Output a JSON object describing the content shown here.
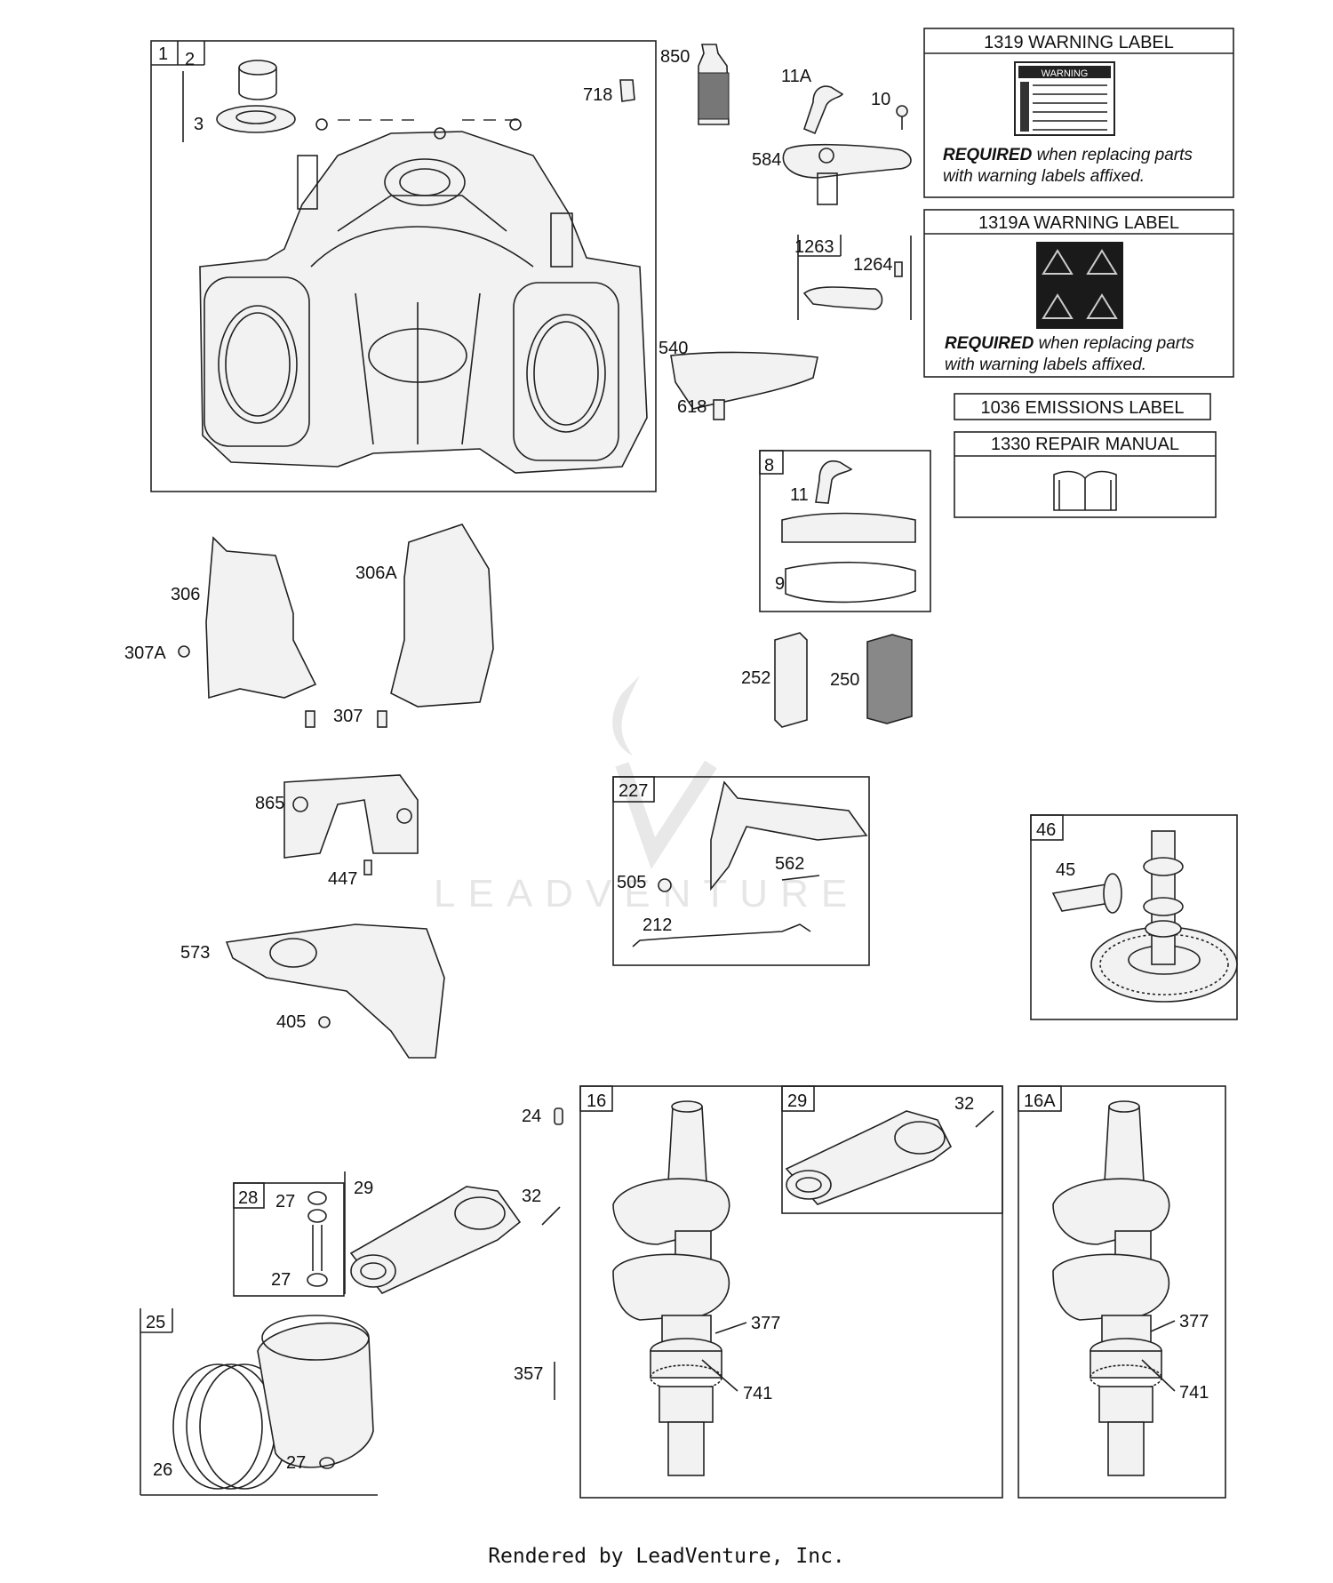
{
  "callouts": {
    "c1": "1",
    "c2": "2",
    "c3": "3",
    "c850": "850",
    "c718": "718",
    "c11A": "11A",
    "c10": "10",
    "c584": "584",
    "c1263": "1263",
    "c1264": "1264",
    "c540": "540",
    "c618": "618",
    "c8": "8",
    "c11": "11",
    "c9": "9",
    "c252": "252",
    "c250": "250",
    "c306": "306",
    "c306A": "306A",
    "c307A": "307A",
    "c307": "307",
    "c865": "865",
    "c447": "447",
    "c573": "573",
    "c405": "405",
    "c227": "227",
    "c505": "505",
    "c562": "562",
    "c212": "212",
    "c46": "46",
    "c45": "45",
    "c24": "24",
    "c28": "28",
    "c27a": "27",
    "c27b": "27",
    "c29a": "29",
    "c32a": "32",
    "c25": "25",
    "c26": "26",
    "c27c": "27",
    "c357": "357",
    "c16": "16",
    "c377a": "377",
    "c741a": "741",
    "c29b": "29",
    "c32b": "32",
    "c16A": "16A",
    "c377b": "377",
    "c741b": "741"
  },
  "info": {
    "label1319": {
      "title": "1319 WARNING LABEL",
      "req_bold": "REQUIRED",
      "req_rest": " when replacing parts",
      "req_line2": "with warning labels affixed.",
      "sticker_heading": "WARNING"
    },
    "label1319A": {
      "title": "1319A WARNING LABEL",
      "req_bold": "REQUIRED",
      "req_rest": " when replacing parts",
      "req_line2": "with warning labels affixed."
    },
    "label1036": {
      "title": "1036 EMISSIONS LABEL"
    },
    "label1330": {
      "title": "1330 REPAIR MANUAL"
    }
  },
  "watermark": "LEADVENTURE",
  "footer": "Rendered by LeadVenture, Inc."
}
